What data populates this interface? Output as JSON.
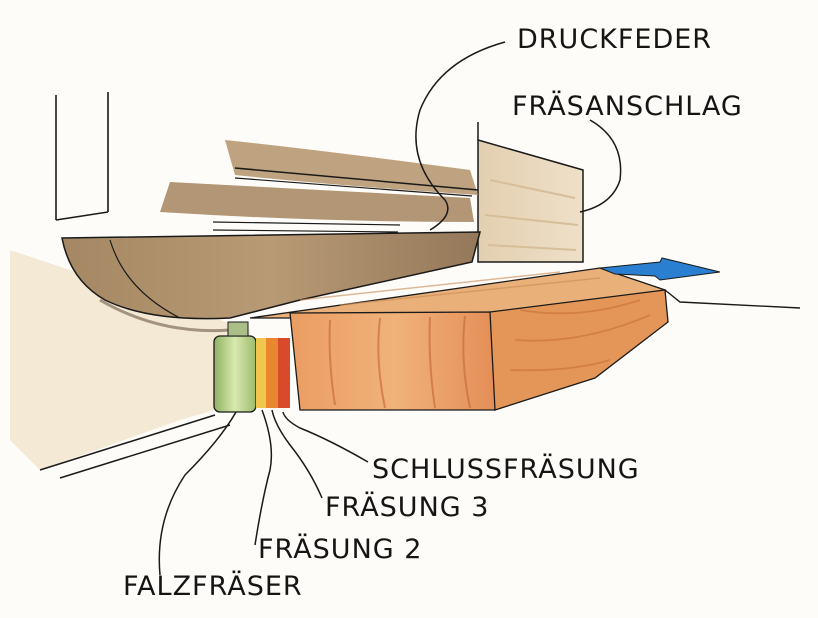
{
  "labels": {
    "druckfeder": "DRUCKFEDER",
    "fraesanschlag": "FRÄSANSCHLAG",
    "schlussfraesung": "SCHLUSSFRÄSUNG",
    "fraesung3": "FRÄSUNG 3",
    "fraesung2": "FRÄSUNG 2",
    "falzfraeser": "FALZFRÄSER"
  },
  "colors": {
    "wood_light": "#d9b98a",
    "wood_dark": "#9a7d5c",
    "workpiece": "#e9a56a",
    "workpiece_top": "#e8b47a",
    "cutter_green": "#bcd58c",
    "cutter_yellow": "#f0c64e",
    "cutter_orange": "#e9872e",
    "cutter_red": "#d84a2a",
    "arrow_blue": "#2a7fd0",
    "line": "#1a1a1a"
  }
}
